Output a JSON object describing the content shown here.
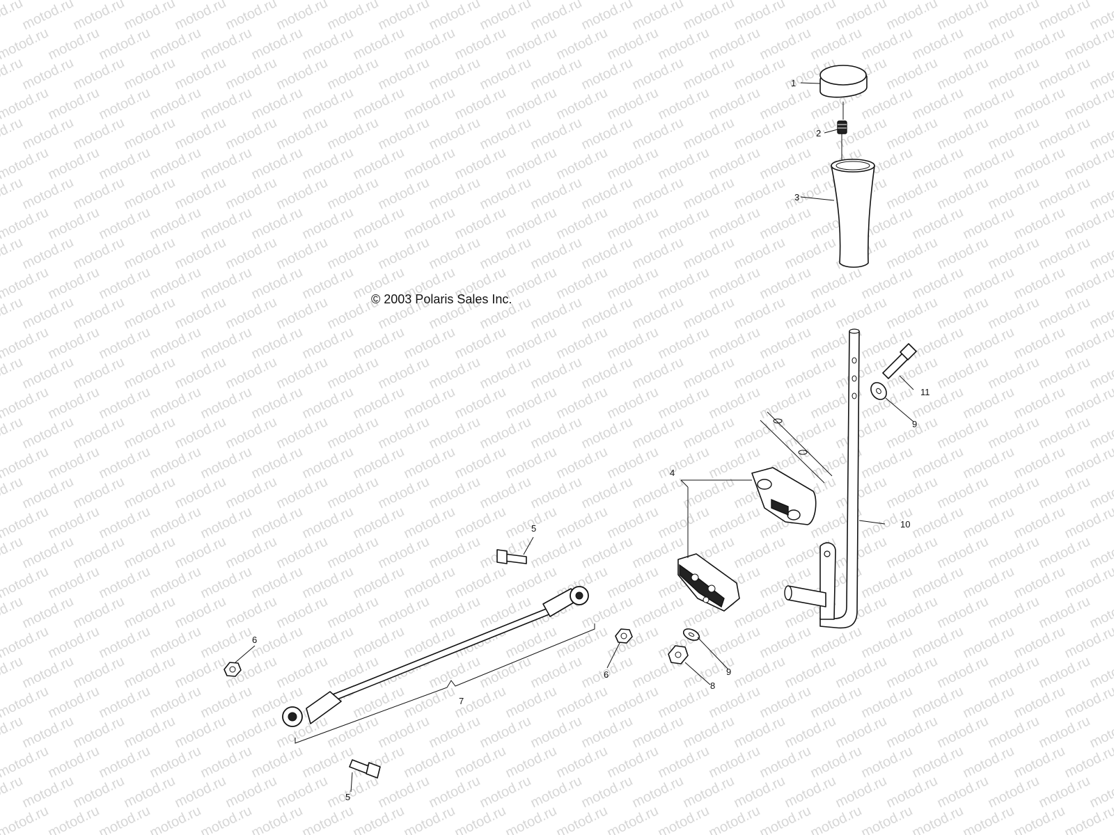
{
  "watermark": {
    "text": "motod.ru"
  },
  "copyright": "© 2003 Polaris Sales Inc.",
  "parts": [
    {
      "id": "knob-cap",
      "callout": "1"
    },
    {
      "id": "set-screw",
      "callout": "2"
    },
    {
      "id": "shift-knob",
      "callout": "3"
    },
    {
      "id": "shift-bracket",
      "callout": "4"
    },
    {
      "id": "bolt-upper",
      "callout": "5"
    },
    {
      "id": "bolt-lower",
      "callout": "5"
    },
    {
      "id": "nut-left",
      "callout": "6"
    },
    {
      "id": "nut-center",
      "callout": "6"
    },
    {
      "id": "tie-rod",
      "callout": "7"
    },
    {
      "id": "lock-nut",
      "callout": "8"
    },
    {
      "id": "washer-lower",
      "callout": "9"
    },
    {
      "id": "washer-upper",
      "callout": "9"
    },
    {
      "id": "shift-lever",
      "callout": "10"
    },
    {
      "id": "lever-bolt",
      "callout": "11"
    }
  ]
}
